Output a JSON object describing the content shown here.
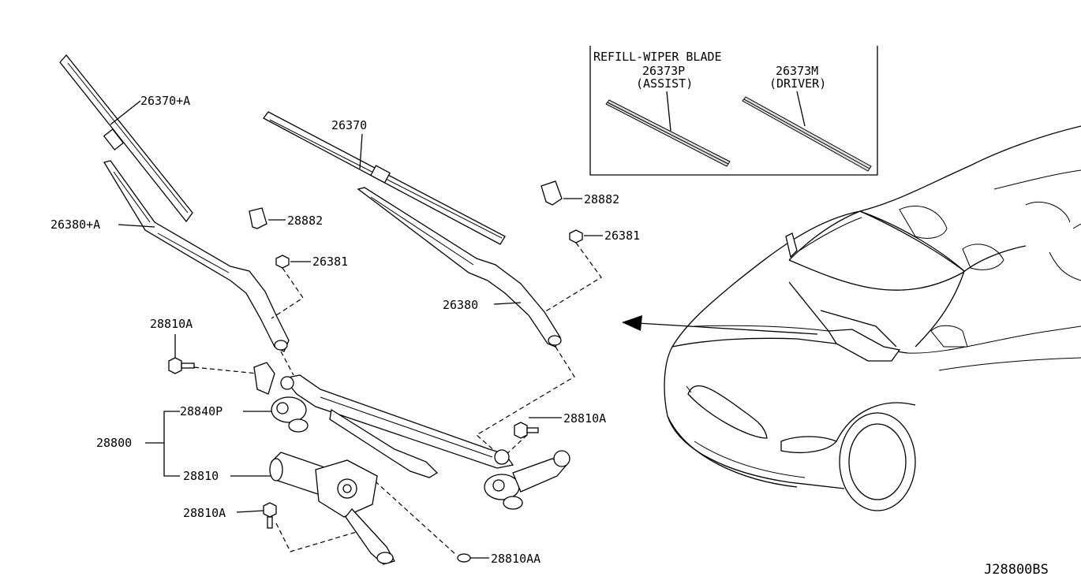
{
  "refill_box": {
    "title": "REFILL-WIPER BLADE",
    "assist_part": "26373P",
    "assist_label": "(ASSIST)",
    "driver_part": "26373M",
    "driver_label": "(DRIVER)"
  },
  "callouts": {
    "blade_assist": "26370+A",
    "blade_driver": "26370",
    "arm_assist": "26380+A",
    "arm_driver": "26380",
    "cap_left": "28882",
    "cap_right": "28882",
    "nut_left": "26381",
    "nut_right": "26381",
    "bolt_upper_left": "28810A",
    "bolt_right": "28810A",
    "bolt_lower_left": "28810A",
    "linkage": "28840P",
    "assembly": "28800",
    "motor": "28810",
    "screw": "28810AA"
  },
  "diagram_code": "J28800BS"
}
